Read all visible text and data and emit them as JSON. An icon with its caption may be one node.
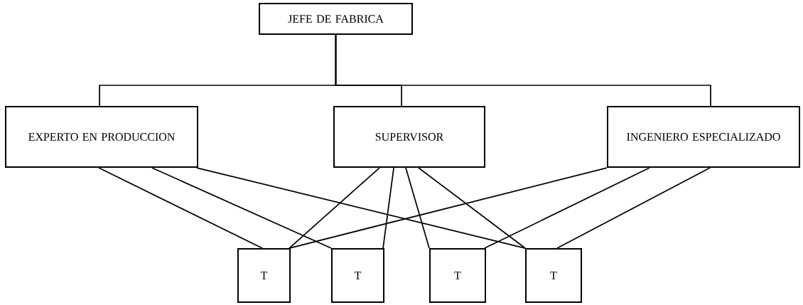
{
  "diagram": {
    "nodes": [
      {
        "text": [
          "JEFE DE FABRICA"
        ]
      },
      {
        "text": [
          "EXPERTO EN PRODUCCION"
        ]
      },
      {
        "text": [
          "SUPERVISOR"
        ]
      },
      {
        "text": [
          "INGENIERO ESPECIALIZADO"
        ]
      },
      {
        "text": [
          "T"
        ]
      },
      {
        "text": [
          "T"
        ]
      },
      {
        "text": [
          "T"
        ]
      },
      {
        "text": [
          "T"
        ]
      }
    ],
    "edges": [
      {
        "from": 0,
        "to": 1,
        "arrow": "none"
      },
      {
        "from": 0,
        "to": 2,
        "arrow": "none"
      },
      {
        "from": 0,
        "to": 3,
        "arrow": "none"
      },
      {
        "from": 1,
        "to": 4,
        "arrow": "none"
      },
      {
        "from": 1,
        "to": 5,
        "arrow": "none"
      },
      {
        "from": 1,
        "to": 7,
        "arrow": "none"
      },
      {
        "from": 2,
        "to": 4,
        "arrow": "none"
      },
      {
        "from": 2,
        "to": 5,
        "arrow": "none"
      },
      {
        "from": 2,
        "to": 6,
        "arrow": "none"
      },
      {
        "from": 2,
        "to": 7,
        "arrow": "none"
      },
      {
        "from": 3,
        "to": 4,
        "arrow": "none"
      },
      {
        "from": 3,
        "to": 6,
        "arrow": "none"
      },
      {
        "from": 3,
        "to": 7,
        "arrow": "none"
      }
    ]
  }
}
